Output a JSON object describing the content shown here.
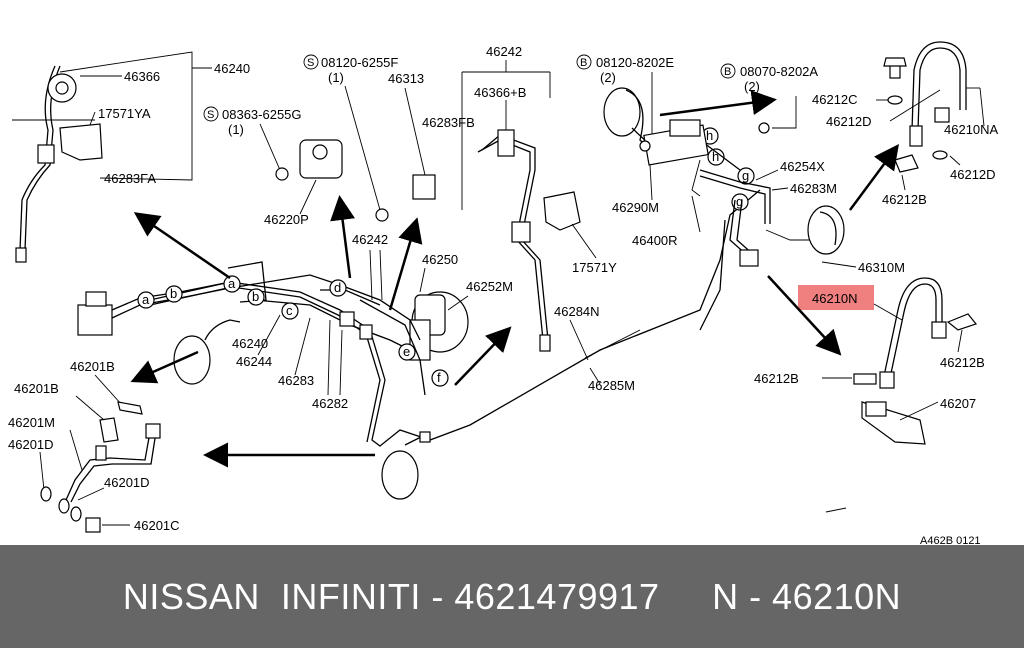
{
  "diagram": {
    "labels": {
      "p46240_top": "46240",
      "p46366": "46366",
      "p17571ya": "17571YA",
      "p46283fa": "46283FA",
      "s08120_6255f": "08120-6255F",
      "s08120_6255f_qty": "(1)",
      "p46313": "46313",
      "s08363_6255g": "08363-6255G",
      "s08363_6255g_qty": "(1)",
      "p46220p": "46220P",
      "p46242_mid": "46242",
      "p46242_top": "46242",
      "p46366b": "46366+B",
      "p46283fb": "46283FB",
      "p17571y": "17571Y",
      "p46250": "46250",
      "p46252m": "46252M",
      "b08120_8202e": "08120-8202E",
      "b08120_8202e_qty": "(2)",
      "b08070_8202a": "08070-8202A",
      "b08070_8202a_qty": "(2)",
      "p46212c": "46212C",
      "p46212d_left": "46212D",
      "p46210na": "46210NA",
      "p46212d_right": "46212D",
      "p46212b_top": "46212B",
      "p46254x": "46254X",
      "p46283m": "46283M",
      "p46290m": "46290M",
      "p46400r": "46400R",
      "p46310m": "46310M",
      "p46210n": "46210N",
      "p46212b_right": "46212B",
      "p46212b_mid": "46212B",
      "p46207": "46207",
      "p46284n": "46284N",
      "p46285m": "46285M",
      "p46240_mid": "46240",
      "p46244": "46244",
      "p46283": "46283",
      "p46282": "46282",
      "p46201b_a": "46201B",
      "p46201b_b": "46201B",
      "p46201m": "46201M",
      "p46201d_left": "46201D",
      "p46201d_right": "46201D",
      "p46201c": "46201C",
      "ref_code": "A462B 0121",
      "mark_s": "S",
      "mark_b": "B"
    },
    "connector_letters": [
      "a",
      "b",
      "c",
      "d",
      "e",
      "f",
      "g",
      "h"
    ],
    "highlight_color": "#f08080"
  },
  "footer": {
    "text": "NISSAN  INFINITI - 4621479917     N - 46210N"
  }
}
